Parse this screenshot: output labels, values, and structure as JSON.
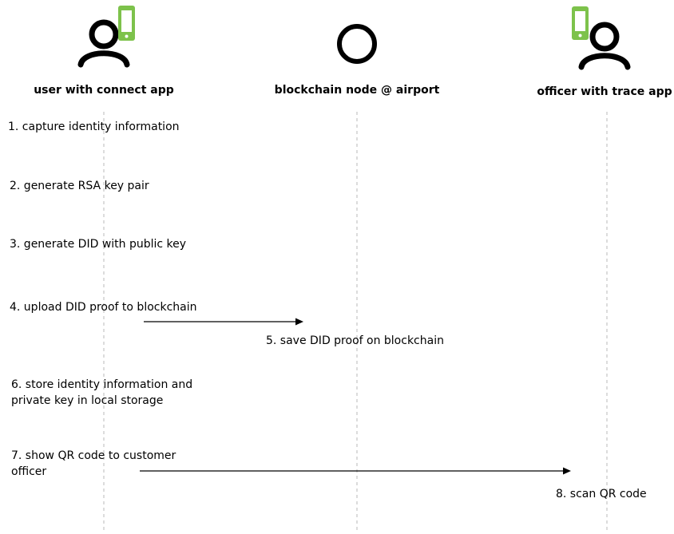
{
  "actors": [
    {
      "id": "user",
      "label": "user with connect app",
      "icon": "person-with-phone-icon"
    },
    {
      "id": "node",
      "label": "blockchain node @ airport",
      "icon": "circle-node-icon"
    },
    {
      "id": "officer",
      "label": "officer with trace app",
      "icon": "person-with-phone-icon"
    }
  ],
  "steps": [
    {
      "lines": [
        "1. capture identity information"
      ]
    },
    {
      "lines": [
        "2. generate RSA key pair"
      ]
    },
    {
      "lines": [
        "3. generate DID with public key"
      ]
    },
    {
      "lines": [
        "4. upload DID proof to blockchain"
      ]
    },
    {
      "lines": [
        "5. save DID proof on blockchain"
      ]
    },
    {
      "lines": [
        "6. store identity information and",
        "private key in local storage"
      ]
    },
    {
      "lines": [
        "7. show QR code to customer",
        "officer"
      ]
    },
    {
      "lines": [
        "8. scan QR code"
      ]
    }
  ],
  "messages": [
    {
      "from": "user",
      "to": "node",
      "step": 4
    },
    {
      "from": "user",
      "to": "officer",
      "step": 7
    }
  ],
  "colors": {
    "phone": "#7dc24b",
    "lifeline": "#c9c9c9",
    "text": "#000000"
  }
}
